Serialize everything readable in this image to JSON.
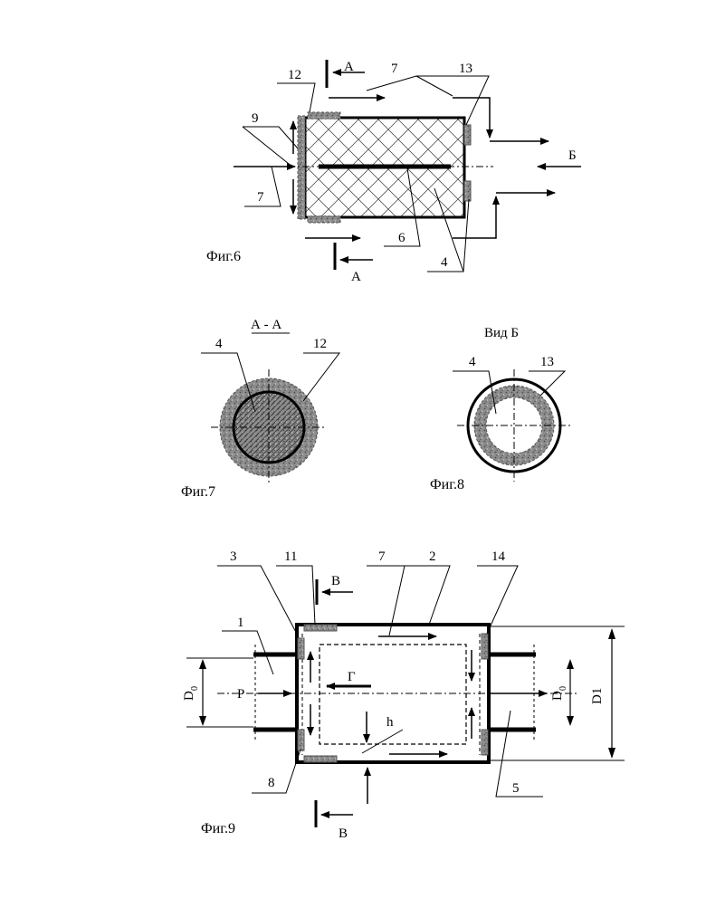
{
  "fig6": {
    "caption": "Фиг.6",
    "labels": {
      "n12": "12",
      "n7a": "7",
      "n13": "13",
      "n9": "9",
      "n7b": "7",
      "n6": "6",
      "n4": "4"
    },
    "section_top": "А",
    "section_bottom": "А",
    "view_letter": "Б"
  },
  "fig7": {
    "caption": "Фиг.7",
    "title": "А - А",
    "labels": {
      "n4": "4",
      "n12": "12"
    }
  },
  "fig8": {
    "caption": "Фиг.8",
    "title": "Вид Б",
    "labels": {
      "n4": "4",
      "n13": "13"
    }
  },
  "fig9": {
    "caption": "Фиг.9",
    "labels": {
      "n3": "3",
      "n11": "11",
      "n7": "7",
      "n2": "2",
      "n14": "14",
      "n1": "1",
      "n8": "8",
      "n5": "5",
      "h": "h"
    },
    "section_top": "В",
    "section_bottom": "В",
    "gamma": "Г",
    "p": "Р",
    "d0_left": "D",
    "d0_right": "D",
    "d0_sub": "0",
    "d1": "D1"
  }
}
